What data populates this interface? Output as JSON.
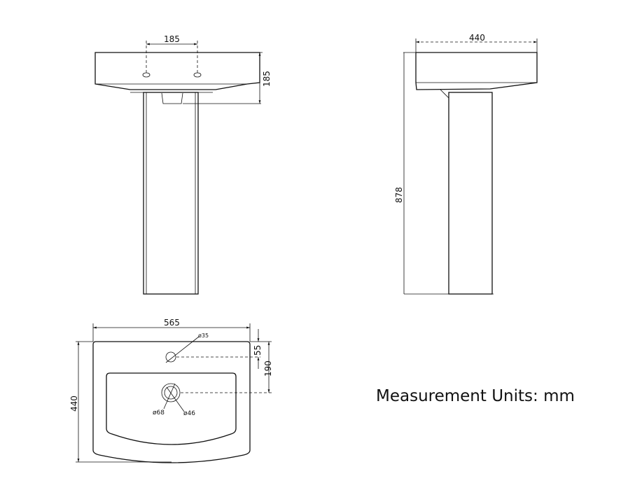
{
  "front_view": {
    "tap_spacing": "185",
    "basin_height": "185"
  },
  "side_view": {
    "depth": "440",
    "overall_height": "878"
  },
  "top_view": {
    "width": "565",
    "depth": "440",
    "tap_offset": "55",
    "waste_offset": "190",
    "tap_hole_dia": "ø35",
    "waste_outer_dia": "ø68",
    "waste_inner_dia": "ø46"
  },
  "units_note": "Measurement Units: mm"
}
